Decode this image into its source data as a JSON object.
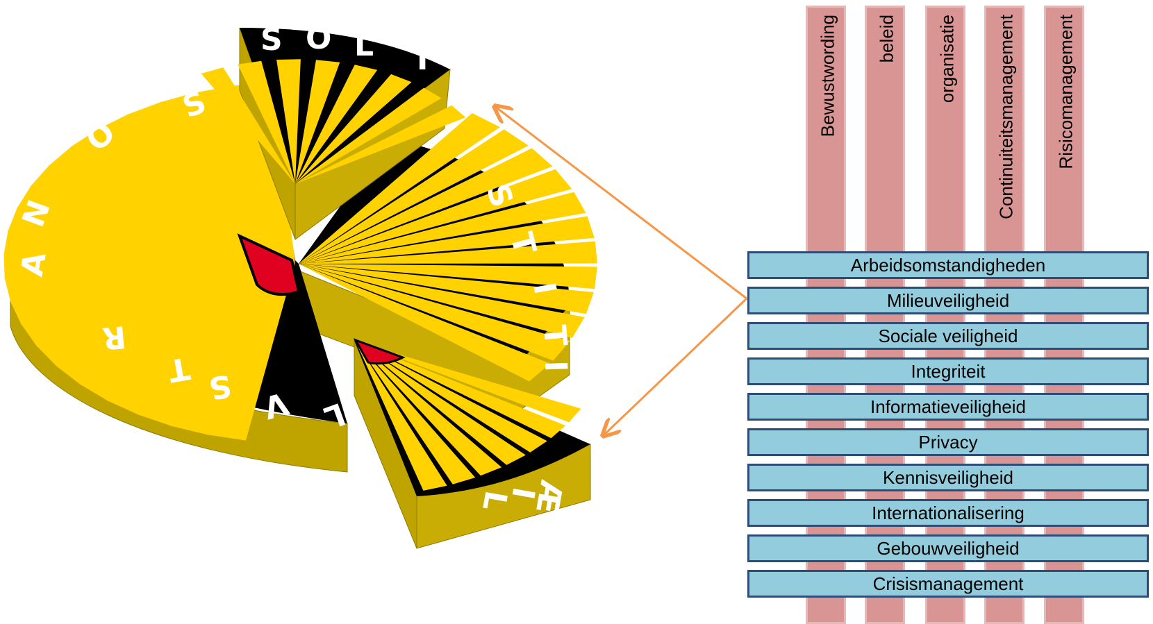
{
  "columns": [
    {
      "label": "Bewustwording"
    },
    {
      "label": "beleid"
    },
    {
      "label": "organisatie"
    },
    {
      "label": "Continuiteitsmanagement"
    },
    {
      "label": "Risicomanagement"
    }
  ],
  "rows": [
    {
      "label": "Arbeidsomstandigheden"
    },
    {
      "label": "Milieuveiligheid"
    },
    {
      "label": "Sociale veiligheid"
    },
    {
      "label": "Integriteit"
    },
    {
      "label": "Informatieveiligheid"
    },
    {
      "label": "Privacy"
    },
    {
      "label": "Kennisveiligheid"
    },
    {
      "label": "Internationalisering"
    },
    {
      "label": "Gebouwveiligheid"
    },
    {
      "label": "Crisismanagement"
    }
  ],
  "logo": {
    "ring_text": [
      "S",
      "O",
      "L",
      "I",
      "S",
      "T",
      "I",
      "T",
      "I",
      "Æ",
      "I",
      "L",
      "L",
      "V",
      "S",
      "T",
      "R",
      "A",
      "N",
      "O",
      "S"
    ]
  },
  "colors": {
    "column_fill": "#d99594",
    "column_border": "#e6b9b8",
    "row_fill": "#93cddd",
    "row_border": "#2c4d75",
    "arrow": "#f79646",
    "sun_yellow": "#ffd200",
    "side_gold": "#bfa400",
    "sun_black": "#000000",
    "shield_red": "#e00020"
  }
}
